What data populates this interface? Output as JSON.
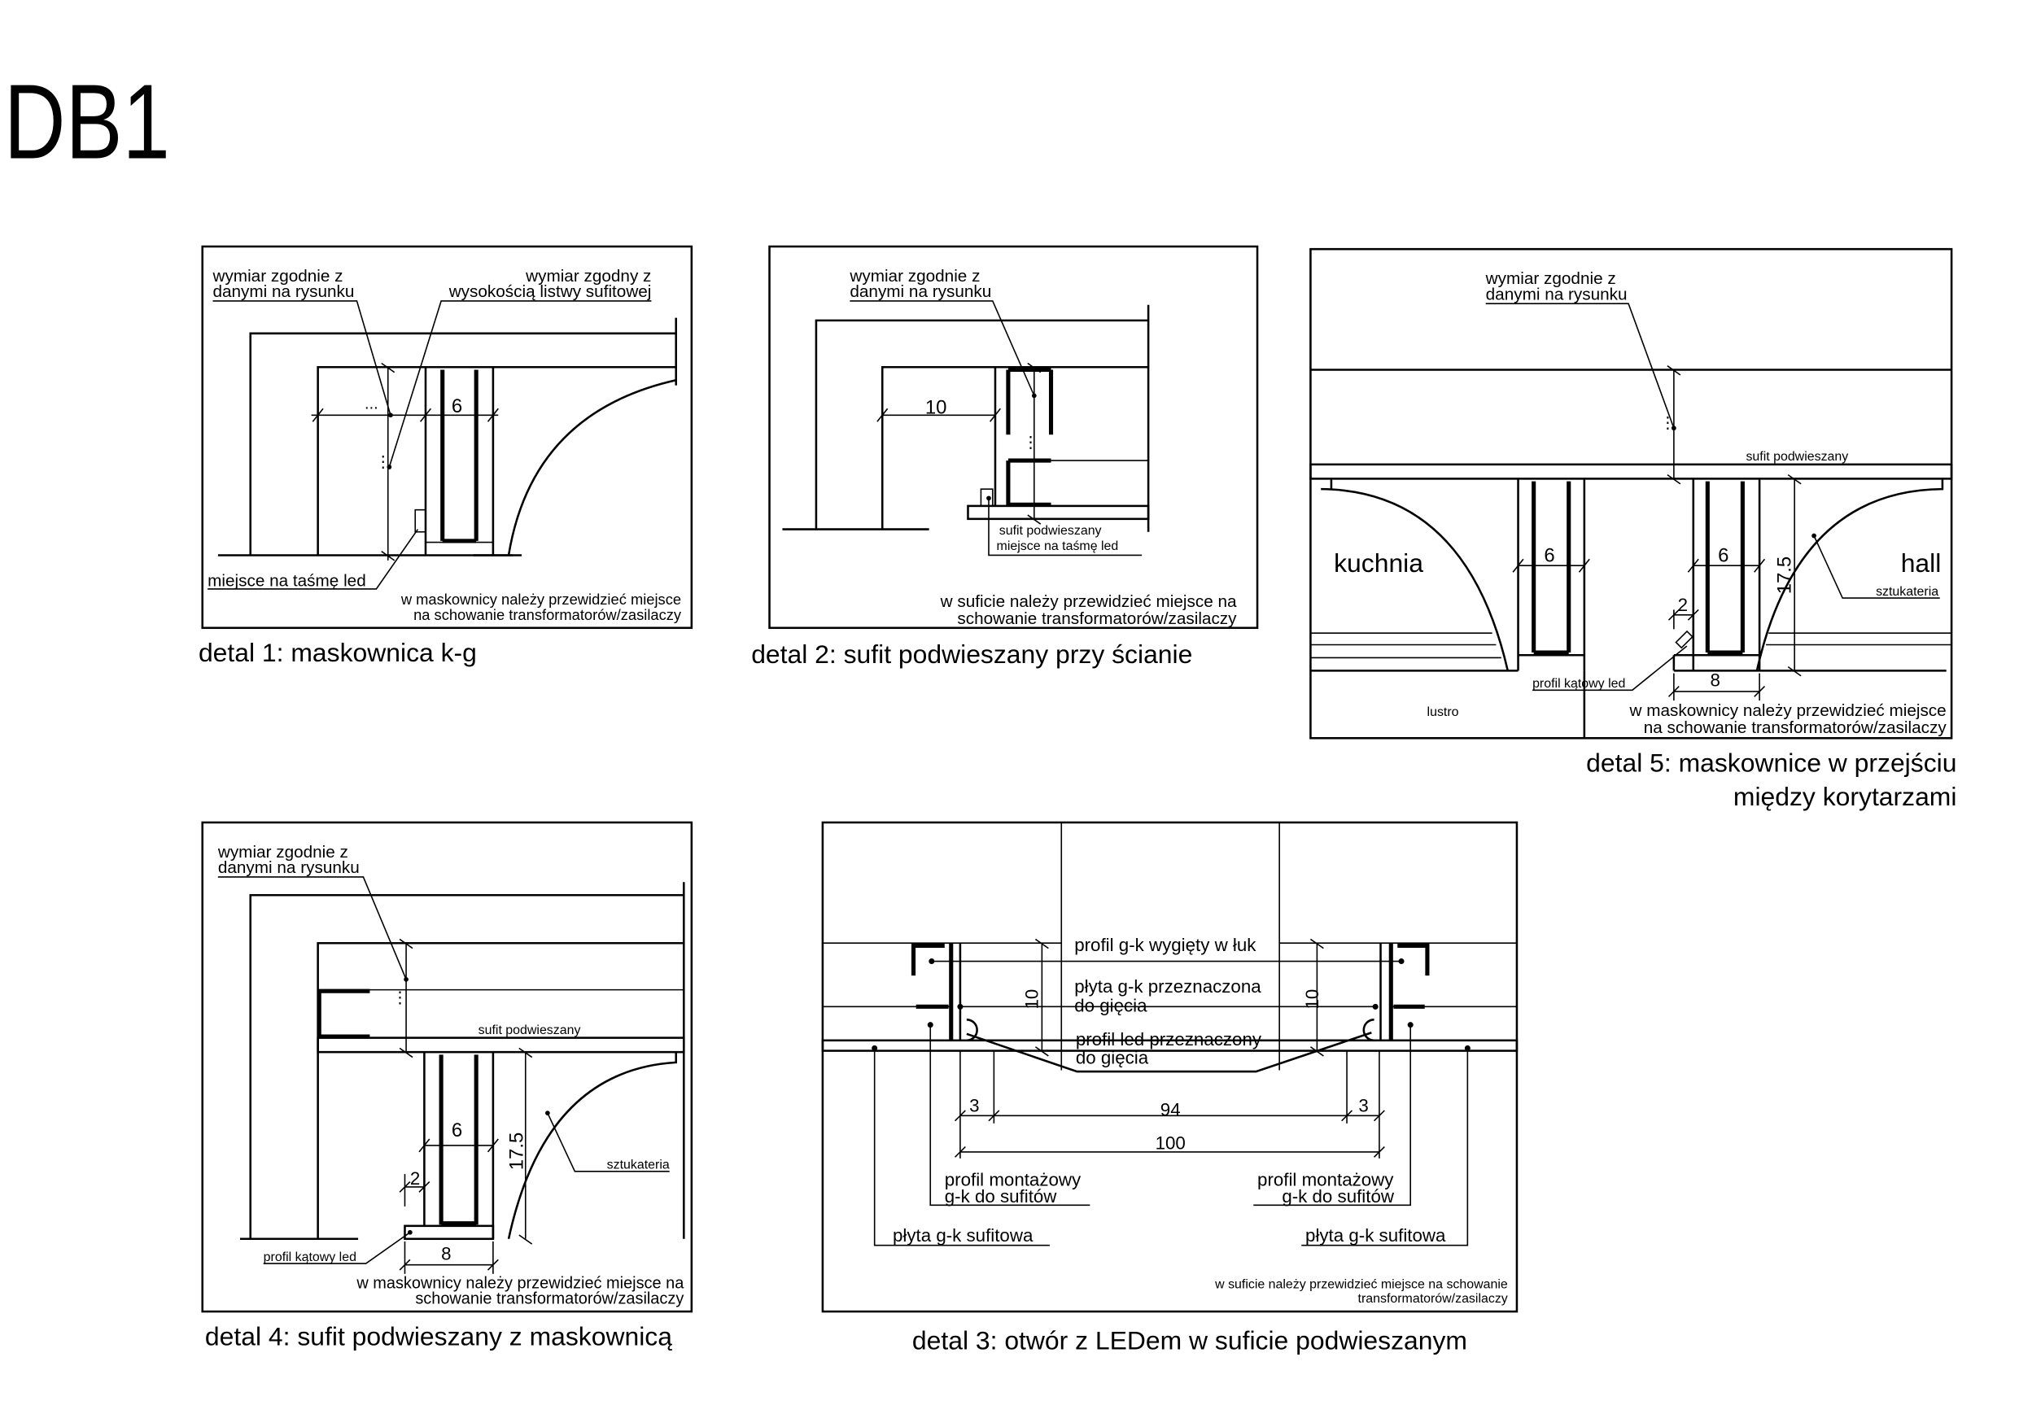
{
  "title": "DB1",
  "detail1": {
    "caption": "detal 1: maskownica k-g",
    "label_a1": "wymiar zgodnie z",
    "label_a2": "danymi na rysunku",
    "label_b1": "wymiar zgodny z",
    "label_b2": "wysokością listwy sufitowej",
    "led_label": "miejsce na taśmę led",
    "note1": "w maskownicy należy przewidzieć miejsce",
    "note2": "na schowanie transformatorów/zasilaczy",
    "dim_width": "6",
    "dim_unknown_h": "...",
    "dim_unknown_v": "⋮"
  },
  "detail2": {
    "caption": "detal 2: sufit podwieszany przy ścianie",
    "label_a1": "wymiar zgodnie z",
    "label_a2": "danymi na rysunku",
    "sufit_label": "sufit podwieszany",
    "led_label": "miejsce na taśmę led",
    "note1": "w suficie należy przewidzieć miejsce na",
    "note2": "schowanie transformatorów/zasilaczy",
    "dim_width": "10",
    "dim_unknown_v": "⋮"
  },
  "detail5": {
    "caption1": "detal 5: maskownice w przejściu",
    "caption2": "między korytarzami",
    "label_a1": "wymiar zgodnie z",
    "label_a2": "danymi na rysunku",
    "sufit_label": "sufit podwieszany",
    "room_left": "kuchnia",
    "room_right": "hall",
    "sztukateria": "sztukateria",
    "profil_label": "profil kątowy led",
    "lustro": "lustro",
    "note1": "w maskownicy należy przewidzieć miejsce",
    "note2": "na schowanie transformatorów/zasilaczy",
    "dim_left": "6",
    "dim_right": "6",
    "dim_height": "17.5",
    "dim_gap": "2",
    "dim_base": "8",
    "dim_unknown_v": "⋮"
  },
  "detail4": {
    "caption": "detal 4: sufit podwieszany z maskownicą",
    "label_a1": "wymiar zgodnie z",
    "label_a2": "danymi na rysunku",
    "sufit_label": "sufit podwieszany",
    "sztukateria": "sztukateria",
    "profil_label": "profil kątowy led",
    "note1": "w maskownicy należy przewidzieć miejsce na",
    "note2": "schowanie transformatorów/zasilaczy",
    "dim_width": "6",
    "dim_height": "17.5",
    "dim_gap": "2",
    "dim_base": "8",
    "dim_unknown_v": "⋮"
  },
  "detail3": {
    "caption": "detal 3: otwór z LEDem w suficie podwieszanym",
    "label_profil_luk": "profil g-k wygięty w łuk",
    "label_plyta1": "płyta g-k przeznaczona",
    "label_plyta2": "do gięcia",
    "label_led1": "profil led przeznaczony",
    "label_led2": "do gięcia",
    "montaz_left1": "profil montażowy",
    "montaz_left2": "g-k do sufitów",
    "montaz_right1": "profil montażowy",
    "montaz_right2": "g-k do sufitów",
    "plyta_left": "płyta g-k sufitowa",
    "plyta_right": "płyta g-k sufitowa",
    "note1": "w suficie należy przewidzieć miejsce na schowanie",
    "note2": "transformatorów/zasilaczy",
    "dim_left_h": "10",
    "dim_right_h": "10",
    "dim_3_left": "3",
    "dim_94": "94",
    "dim_3_right": "3",
    "dim_100": "100"
  }
}
